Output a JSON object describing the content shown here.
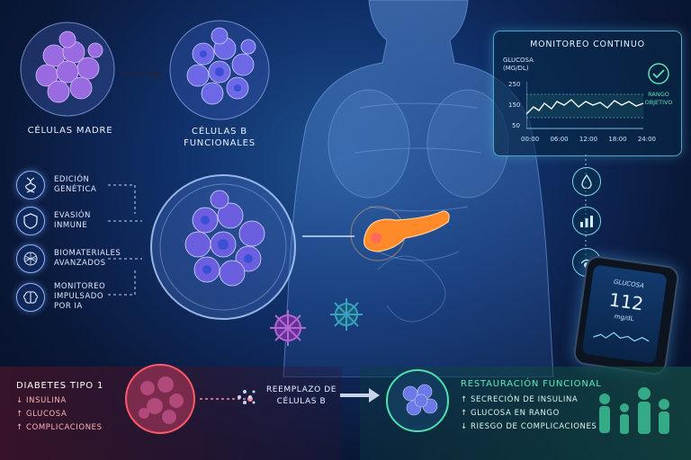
{
  "stem_cells": {
    "label": "Células madre"
  },
  "beta_cells": {
    "label_line1": "Células β",
    "label_line2": "funcionales"
  },
  "features": [
    {
      "icon": "dna-icon",
      "line1": "Edición",
      "line2": "genética"
    },
    {
      "icon": "shield-icon",
      "line1": "Evasión",
      "line2": "inmune"
    },
    {
      "icon": "mesh-icon",
      "line1": "Biomateriales",
      "line2": "avanzados"
    },
    {
      "icon": "brain-icon",
      "line1": "Monitoreo",
      "line2": "impulsado",
      "line3": "por IA"
    }
  ],
  "monitor": {
    "title": "Monitoreo continuo",
    "ylabel_line1": "Glucosa",
    "ylabel_line2": "(mg/dL)",
    "y_ticks": [
      "250",
      "150",
      "50"
    ],
    "x_ticks": [
      "00:00",
      "06:00",
      "12:00",
      "18:00",
      "24:00"
    ],
    "target_line1": "Rango",
    "target_line2": "objetivo",
    "accent": "#5fe0b0"
  },
  "phone": {
    "label": "Glucosa",
    "value": "112",
    "unit": "mg/dL"
  },
  "diabetes": {
    "title": "Diabetes tipo 1",
    "items": [
      {
        "arrow": "↓",
        "text": "Insulina"
      },
      {
        "arrow": "↑",
        "text": "Glucosa"
      },
      {
        "arrow": "↑",
        "text": "Complicaciones"
      }
    ]
  },
  "replacement": {
    "line1": "Reemplazo de",
    "line2": "células β"
  },
  "restoration": {
    "title": "Restauración funcional",
    "items": [
      {
        "arrow": "↑",
        "text": "Secreción de insulina"
      },
      {
        "arrow": "↑",
        "text": "Glucosa en rango"
      },
      {
        "arrow": "↓",
        "text": "Riesgo de complicaciones"
      }
    ]
  },
  "colors": {
    "cell_purple": "#7a4fd0",
    "cell_blue": "#3c6fe0",
    "pancreas": "#ff8a2a",
    "diabetes_red": "#ff5a6a",
    "restore_green": "#4fe0b0"
  }
}
